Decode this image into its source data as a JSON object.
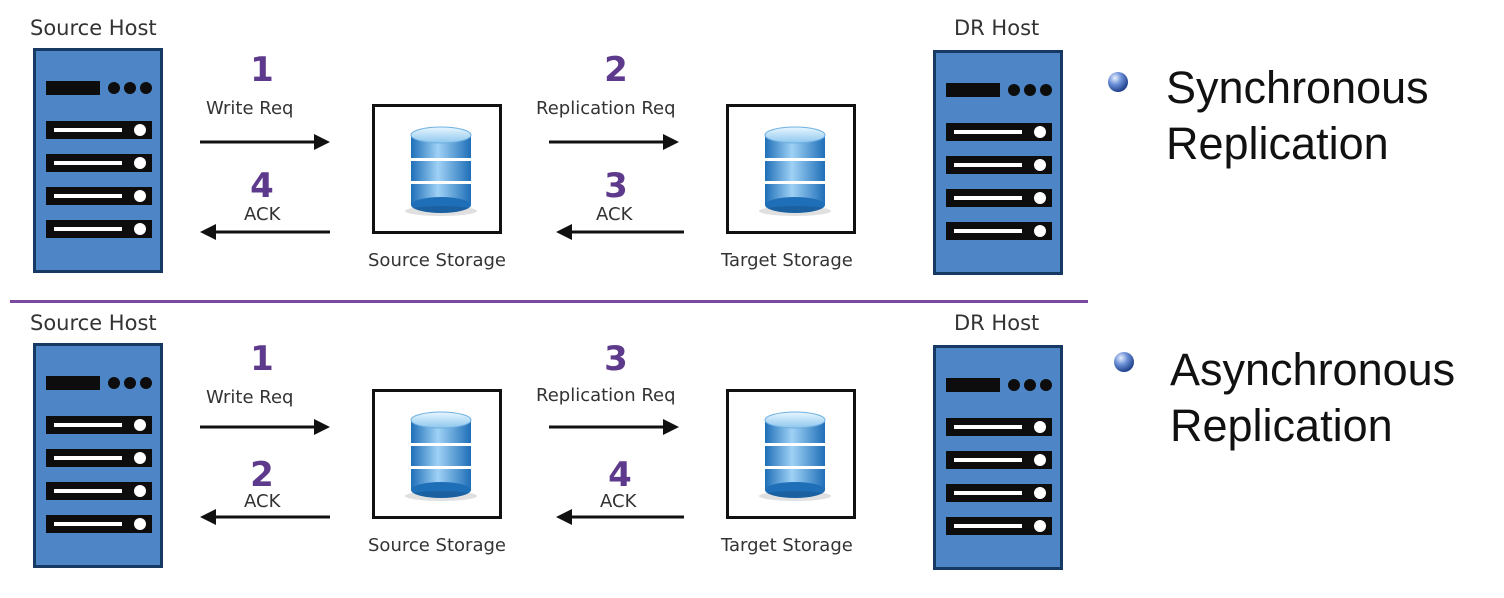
{
  "colors": {
    "server_blue": "#4d85c7",
    "step_purple": "#5e3a8c",
    "divider_purple": "#7b4a9e"
  },
  "sync": {
    "source_host": "Source Host",
    "dr_host": "DR Host",
    "source_storage": "Source Storage",
    "target_storage": "Target Storage",
    "steps": [
      {
        "num": "1",
        "label": "Write Req"
      },
      {
        "num": "2",
        "label": "Replication Req"
      },
      {
        "num": "3",
        "label": "ACK"
      },
      {
        "num": "4",
        "label": "ACK"
      }
    ],
    "title_line1": "Synchronous",
    "title_line2": "Replication"
  },
  "async": {
    "source_host": "Source Host",
    "dr_host": "DR Host",
    "source_storage": "Source Storage",
    "target_storage": "Target Storage",
    "steps": [
      {
        "num": "1",
        "label": "Write Req"
      },
      {
        "num": "3",
        "label": "Replication Req"
      },
      {
        "num": "4",
        "label": "ACK"
      },
      {
        "num": "2",
        "label": "ACK"
      }
    ],
    "title_line1": "Asynchronous",
    "title_line2": "Replication"
  }
}
